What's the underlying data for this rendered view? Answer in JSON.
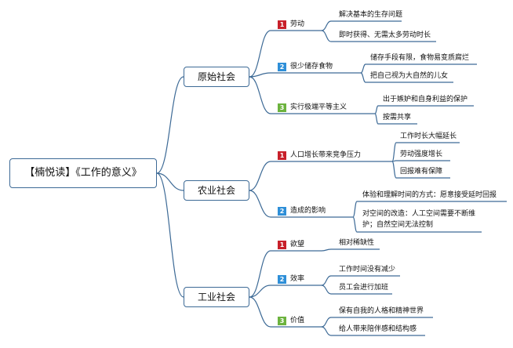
{
  "root": {
    "label": "【楠悦读】《工作的意义》"
  },
  "branches": [
    {
      "label": "原始社会",
      "items": [
        {
          "num": "1",
          "label": "劳动",
          "leaves": [
            "解决基本的生存问题",
            "即时获得、无需太多劳动时长"
          ]
        },
        {
          "num": "2",
          "label": "很少储存食物",
          "leaves": [
            "储存手段有限，食物易变质腐烂",
            "把自己视为大自然的儿女"
          ]
        },
        {
          "num": "3",
          "label": "实行极端平等主义",
          "leaves": [
            "出于嫉妒和自身利益的保护",
            "按需共享"
          ]
        }
      ]
    },
    {
      "label": "农业社会",
      "items": [
        {
          "num": "1",
          "label": "人口增长带来竞争压力",
          "leaves": [
            "工作时长大幅延长",
            "劳动强度增长",
            "回报难有保障"
          ]
        },
        {
          "num": "2",
          "label": "造成的影响",
          "leaves": [
            "体验和理解时间的方式：愿意接受延时回报",
            "对空间的改造：人工空间需要不断维",
            "护；自然空间无法控制"
          ]
        }
      ]
    },
    {
      "label": "工业社会",
      "items": [
        {
          "num": "1",
          "label": "欲望",
          "leaves": [
            "相对稀缺性"
          ]
        },
        {
          "num": "2",
          "label": "效率",
          "leaves": [
            "工作时间没有减少",
            "员工会进行加班"
          ]
        },
        {
          "num": "3",
          "label": "价值",
          "leaves": [
            "保有自我的人格和精神世界",
            "给人带来陪伴感和结构感"
          ]
        }
      ]
    }
  ],
  "colors": {
    "line": "#3d6a96",
    "badge1": "#c8202a",
    "badge2": "#2e8fd8",
    "badge3": "#6cb33e"
  }
}
